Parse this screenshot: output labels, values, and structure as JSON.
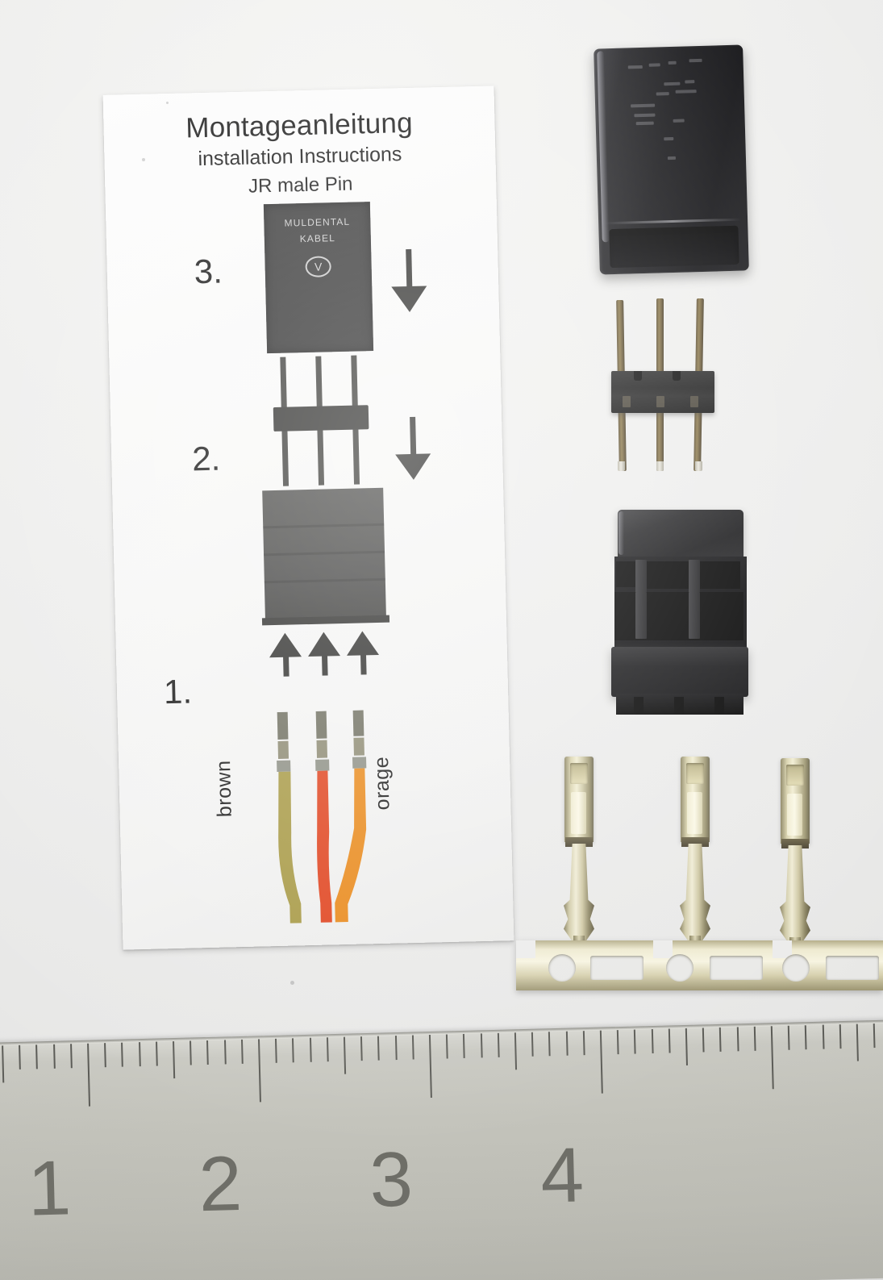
{
  "scene": {
    "description": "Product photo of a JR servo connector kit laid on a light grey surface next to a steel millimetre ruler",
    "background_color": "#efefed"
  },
  "instruction_sheet": {
    "name": "installation-instruction-slip",
    "title": "Montageanleitung",
    "subtitle": "installation Instructions",
    "product_line": "JR male Pin",
    "label_block": {
      "line1": "MULDENTAL",
      "line2": "KABEL",
      "logo_letter": "V"
    },
    "steps": [
      {
        "number": "3.",
        "arrow": "down-arrow"
      },
      {
        "number": "2.",
        "arrow": "down-arrow"
      },
      {
        "number": "1.",
        "arrow": "up-arrow"
      }
    ],
    "wire_labels": {
      "left": "brown",
      "right": "orage"
    },
    "wire_colors": [
      "#a89a46",
      "#e0441f",
      "#e98a1c"
    ]
  },
  "parts": [
    {
      "name": "black-end-cap",
      "label": "black plastic end cap"
    },
    {
      "name": "pin-header-3way",
      "label": "3-pin male header"
    },
    {
      "name": "connector-housing-3way",
      "label": "3-way JR connector housing"
    },
    {
      "name": "crimp-terminals-strip",
      "label": "three gold crimp terminals on carrier strip"
    }
  ],
  "ruler": {
    "name": "steel-ruler",
    "unit": "cm",
    "numerals": [
      "1",
      "2",
      "3",
      "4"
    ],
    "minor_ticks_per_cm": 10
  },
  "colors": {
    "plastic_black": "#141417",
    "gold_terminal": "#f2eed3",
    "ruler_steel": "#c3c3bb",
    "paper_white": "#f8f8f7"
  }
}
